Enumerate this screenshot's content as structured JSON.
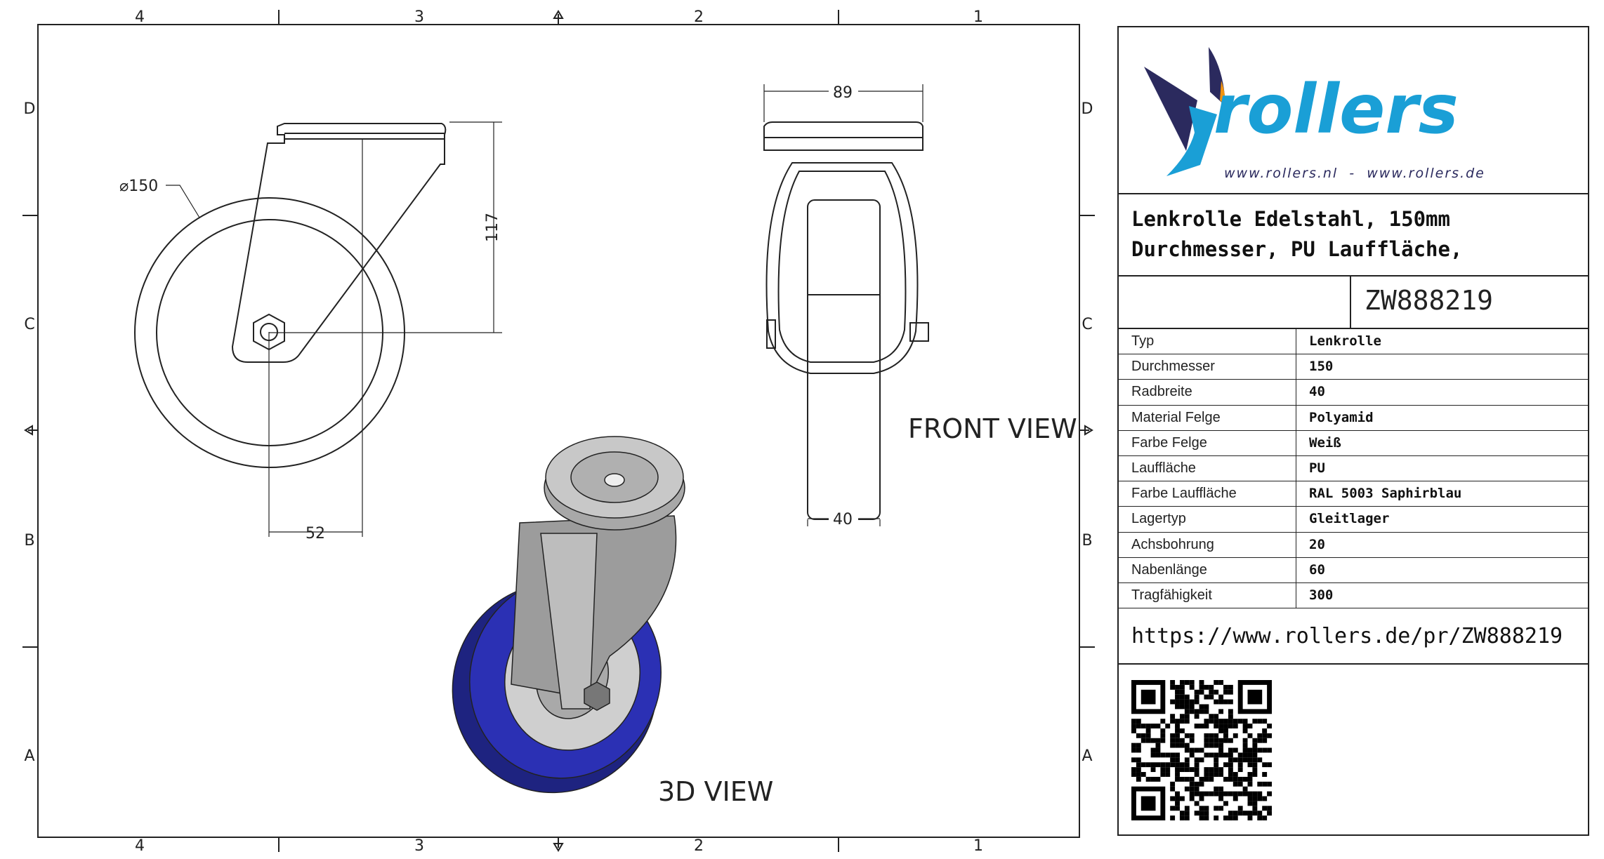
{
  "frame": {
    "columns_top": [
      "4",
      "3",
      "2",
      "1"
    ],
    "columns_bottom": [
      "4",
      "3",
      "2",
      "1"
    ],
    "rows_left": [
      "D",
      "C",
      "B",
      "A"
    ],
    "rows_right": [
      "D",
      "C",
      "B",
      "A"
    ]
  },
  "views": {
    "side": {
      "diameter": "⌀150",
      "height": "117",
      "offset": "52"
    },
    "front": {
      "label": "FRONT VIEW",
      "width_top": "89",
      "wheel_width": "40"
    },
    "iso": {
      "label": "3D VIEW"
    }
  },
  "colors": {
    "tread": "#2b30b4",
    "logo_light": "#1a9fd6",
    "logo_dark": "#2b2a5e",
    "logo_accent": "#f29410"
  },
  "title_block": {
    "logo": {
      "brand": "rollers",
      "urls": "www.rollers.nl  -  www.rollers.de"
    },
    "title_line1": "Lenkrolle Edelstahl, 150mm",
    "title_line2": "Durchmesser, PU Lauffläche,",
    "part_number": "ZW888219",
    "specs": [
      {
        "key": "Typ",
        "value": "Lenkrolle"
      },
      {
        "key": "Durchmesser",
        "value": "150"
      },
      {
        "key": "Radbreite",
        "value": "40"
      },
      {
        "key": "Material Felge",
        "value": "Polyamid"
      },
      {
        "key": "Farbe Felge",
        "value": "Weiß"
      },
      {
        "key": "Lauffläche",
        "value": "PU"
      },
      {
        "key": "Farbe Lauffläche",
        "value": "RAL 5003 Saphirblau"
      },
      {
        "key": "Lagertyp",
        "value": "Gleitlager"
      },
      {
        "key": "Achsbohrung",
        "value": "20"
      },
      {
        "key": "Nabenlänge",
        "value": "60"
      },
      {
        "key": "Tragfähigkeit",
        "value": "300"
      }
    ],
    "url": "https://www.rollers.de/pr/ZW888219"
  }
}
